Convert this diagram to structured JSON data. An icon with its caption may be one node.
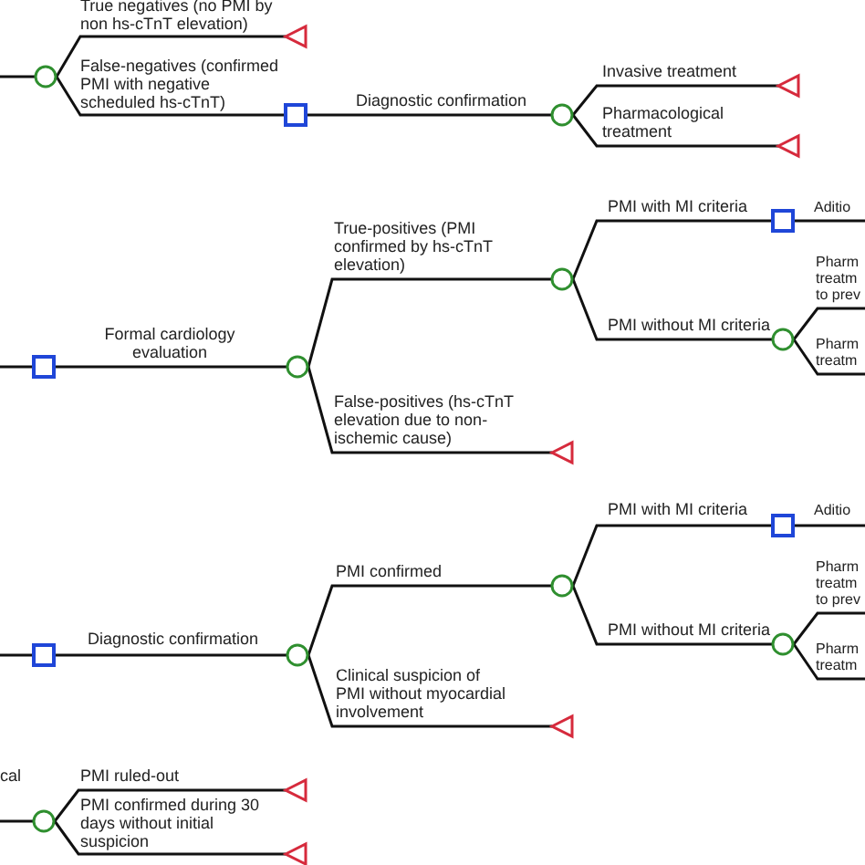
{
  "diagram": {
    "nodes": [
      {
        "text": [],
        "shape": "circle"
      },
      {
        "text": [],
        "shape": "triangle"
      },
      {
        "text": [],
        "shape": "box"
      },
      {
        "text": [],
        "shape": "circle"
      },
      {
        "text": [],
        "shape": "triangle"
      },
      {
        "text": [],
        "shape": "triangle"
      },
      {
        "text": [],
        "shape": "box"
      },
      {
        "text": [],
        "shape": "circle"
      },
      {
        "text": [],
        "shape": "circle"
      },
      {
        "text": [],
        "shape": "box"
      },
      {
        "text": [],
        "shape": "circle"
      },
      {
        "text": [],
        "shape": "triangle"
      },
      {
        "text": [],
        "shape": "box"
      },
      {
        "text": [],
        "shape": "circle"
      },
      {
        "text": [],
        "shape": "circle"
      },
      {
        "text": [],
        "shape": "box"
      },
      {
        "text": [],
        "shape": "circle"
      },
      {
        "text": [],
        "shape": "triangle"
      },
      {
        "text": [],
        "shape": "circle"
      },
      {
        "text": [],
        "shape": "triangle"
      },
      {
        "text": [],
        "shape": "triangle"
      }
    ],
    "edges": [
      {
        "from": null,
        "to": 0,
        "arrow": "none"
      },
      {
        "from": 0,
        "to": 1,
        "arrow": "none",
        "label": "True negatives (no PMI by non hs-cTnT elevation)"
      },
      {
        "from": 0,
        "to": 2,
        "arrow": "none",
        "label": "False-negatives (confirmed PMI with negative scheduled hs-cTnT)"
      },
      {
        "from": 2,
        "to": 3,
        "arrow": "none",
        "label": "Diagnostic confirmation"
      },
      {
        "from": 3,
        "to": 4,
        "arrow": "none",
        "label": "Invasive treatment"
      },
      {
        "from": 3,
        "to": 5,
        "arrow": "none",
        "label": "Pharmacological treatment"
      },
      {
        "from": null,
        "to": 6,
        "arrow": "none"
      },
      {
        "from": 6,
        "to": 7,
        "arrow": "none",
        "label": "Formal cardiology evaluation"
      },
      {
        "from": 7,
        "to": 8,
        "arrow": "none",
        "label": "True-positives (PMI confirmed by hs-cTnT elevation)"
      },
      {
        "from": 7,
        "to": 11,
        "arrow": "none",
        "label": "False-positives (hs-cTnT elevation due to non-ischemic cause)"
      },
      {
        "from": 8,
        "to": 9,
        "arrow": "none",
        "label": "PMI with MI criteria"
      },
      {
        "from": 8,
        "to": 10,
        "arrow": "none",
        "label": "PMI without MI criteria"
      },
      {
        "from": 9,
        "to": null,
        "arrow": "none",
        "label": "Aditio"
      },
      {
        "from": 10,
        "to": null,
        "arrow": "none",
        "label": "Pharm treatm to prev"
      },
      {
        "from": 10,
        "to": null,
        "arrow": "none",
        "label": "Pharm treatm"
      },
      {
        "from": null,
        "to": 12,
        "arrow": "none"
      },
      {
        "from": 12,
        "to": 13,
        "arrow": "none",
        "label": "Diagnostic confirmation"
      },
      {
        "from": 13,
        "to": 14,
        "arrow": "none",
        "label": "PMI confirmed"
      },
      {
        "from": 13,
        "to": 17,
        "arrow": "none",
        "label": "Clinical suspicion of PMI without myocardial involvement"
      },
      {
        "from": 14,
        "to": 15,
        "arrow": "none",
        "label": "PMI with MI criteria"
      },
      {
        "from": 14,
        "to": 16,
        "arrow": "none",
        "label": "PMI without MI criteria"
      },
      {
        "from": 15,
        "to": null,
        "arrow": "none",
        "label": "Aditio"
      },
      {
        "from": 16,
        "to": null,
        "arrow": "none",
        "label": "Pharm treatm to prev"
      },
      {
        "from": 16,
        "to": null,
        "arrow": "none",
        "label": "Pharm treatm"
      },
      {
        "from": null,
        "to": 18,
        "arrow": "none",
        "label": "cal"
      },
      {
        "from": 18,
        "to": 19,
        "arrow": "none",
        "label": "PMI ruled-out"
      },
      {
        "from": 18,
        "to": 20,
        "arrow": "none",
        "label": "PMI confirmed during 30 days without initial suspicion"
      }
    ]
  }
}
